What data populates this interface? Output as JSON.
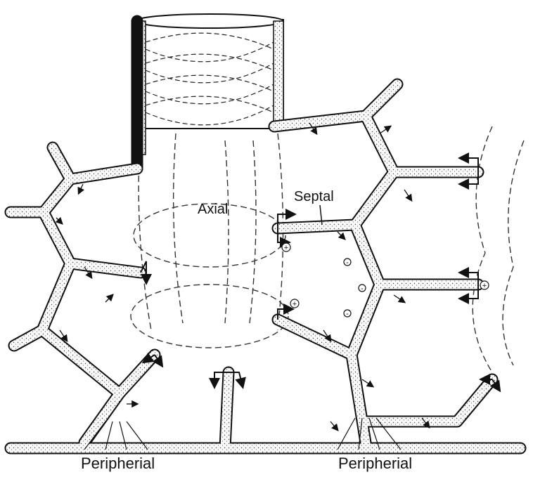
{
  "diagram": {
    "labels": {
      "septal": "Septal",
      "axial": "Axial",
      "peripheral_left": "Peripherial",
      "peripheral_right": "Peripherial"
    },
    "colors": {
      "ink": "#111111",
      "stipple": "#cfcfcf",
      "background": "#ffffff"
    },
    "icons": [
      "vessel-cylinder",
      "flow-arrow",
      "plus-circle-icon",
      "minus-circle-icon"
    ]
  }
}
